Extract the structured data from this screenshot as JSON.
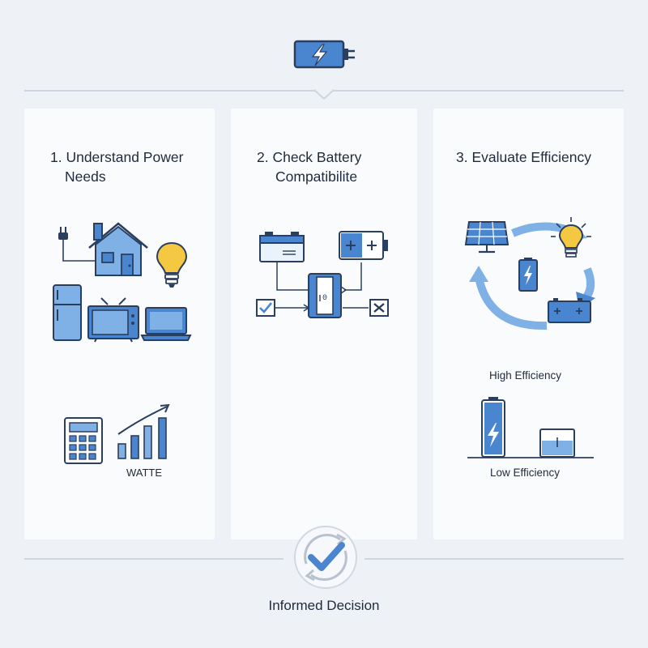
{
  "steps": [
    {
      "title_line1": "1. Understand Power",
      "title_line2": "Needs",
      "footer_label": "WATTE"
    },
    {
      "title_line1": "2. Check Battery",
      "title_line2": "Compatibilite"
    },
    {
      "title_line1": "3. Evaluate Efficiency",
      "high_label": "High Efficiency",
      "low_label": "Low Efficiency"
    }
  ],
  "decision": {
    "label": "Informed Decision"
  },
  "colors": {
    "accent": "#4a86d0",
    "accent_light": "#7fb0e6",
    "outline": "#2a3f5f",
    "bulb": "#f5c842",
    "bg": "#eef1f6",
    "panel": "#fafbfd"
  },
  "icons": [
    "battery-plug-icon",
    "plug-icon",
    "house-icon",
    "light-bulb-icon",
    "refrigerator-icon",
    "tv-icon",
    "laptop-icon",
    "calculator-icon",
    "growth-chart-icon",
    "car-battery-icon",
    "battery-icon",
    "connector-icon",
    "check-box-icon",
    "cross-box-icon",
    "solar-panel-icon",
    "cycle-arrows-icon",
    "charging-battery-icon",
    "checkmark-circle-icon"
  ]
}
